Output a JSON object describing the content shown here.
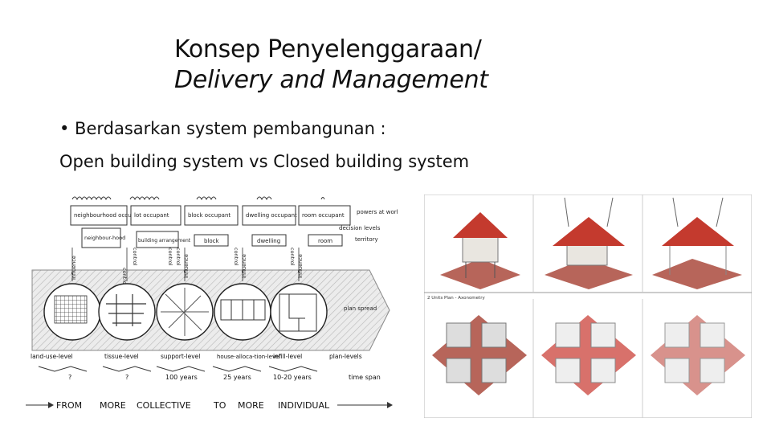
{
  "slide": {
    "title_line1": "Konsep Penyelenggaraan/",
    "title_line2": "Delivery and Management",
    "bullet": "• Berdasarkan system pembangunan :",
    "subline": "Open building system vs Closed building system"
  },
  "diagram": {
    "occupants": [
      "neighbourhood occupant",
      "lot occupant",
      "block occupant",
      "dwelling occupant",
      "room occupant"
    ],
    "right_labels": [
      "powers at work",
      "decision levels",
      "territory"
    ],
    "territories": [
      "neighbour-hood",
      "building arrangement",
      "block",
      "dwelling",
      "room"
    ],
    "arrows": [
      "influence",
      "control",
      "control",
      "influence",
      "control",
      "influence",
      "control",
      "influence",
      "control",
      "control"
    ],
    "levels": [
      "land-use-level",
      "tissue-level",
      "support-level",
      "house-alloca-tion-level",
      "infill-level",
      "plan-levels"
    ],
    "time_values": [
      "?",
      "?",
      "100 years",
      "25 years",
      "10-20 years",
      "time span"
    ],
    "plan_label": "plan spread",
    "footer": [
      "FROM",
      "MORE",
      "COLLECTIVE",
      "TO",
      "MORE",
      "INDIVIDUAL"
    ]
  },
  "photo_panel": {
    "caption": "2 Units Plan - Axonometry"
  },
  "colors": {
    "roof": "#c43a2e",
    "wall": "#e9e6e0",
    "ground": "#b7655a",
    "hatch": "#d9d9d9"
  }
}
